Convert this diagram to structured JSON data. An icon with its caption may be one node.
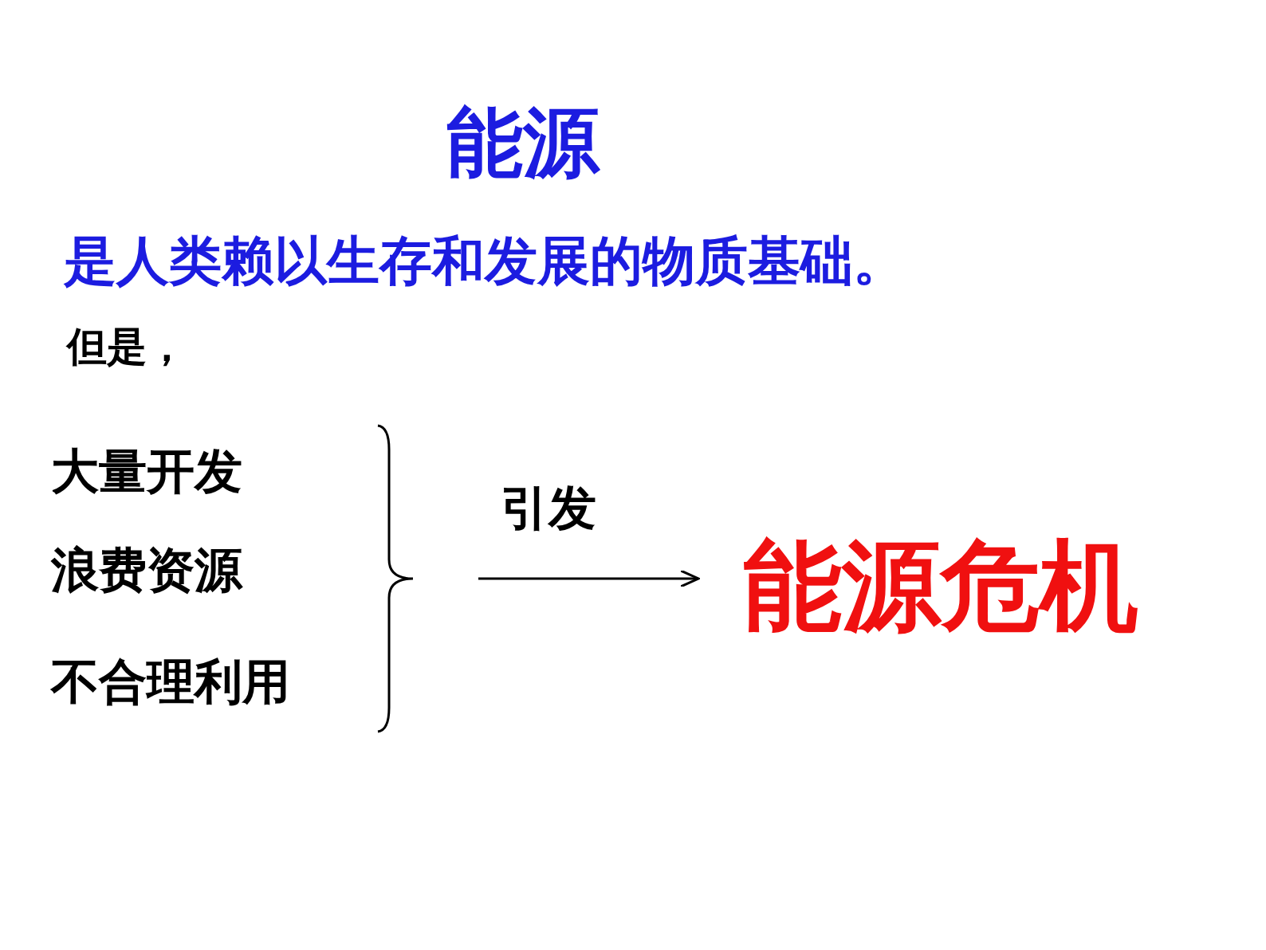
{
  "diagram": {
    "title": "能源",
    "nodes": [
      {
        "text": [
          "大量开发"
        ]
      },
      {
        "text": [
          "浪费资源"
        ]
      },
      {
        "text": [
          "不合理利用"
        ]
      },
      {
        "text": [],
        "shape": "brace"
      },
      {
        "text": [
          "能源危机"
        ]
      }
    ],
    "edges": [
      {
        "from": 3,
        "to": 4,
        "arrow": "to",
        "label": "引发"
      }
    ],
    "labels": [
      "是人类赖以生存和发展的物质基础。",
      "但是，"
    ]
  }
}
